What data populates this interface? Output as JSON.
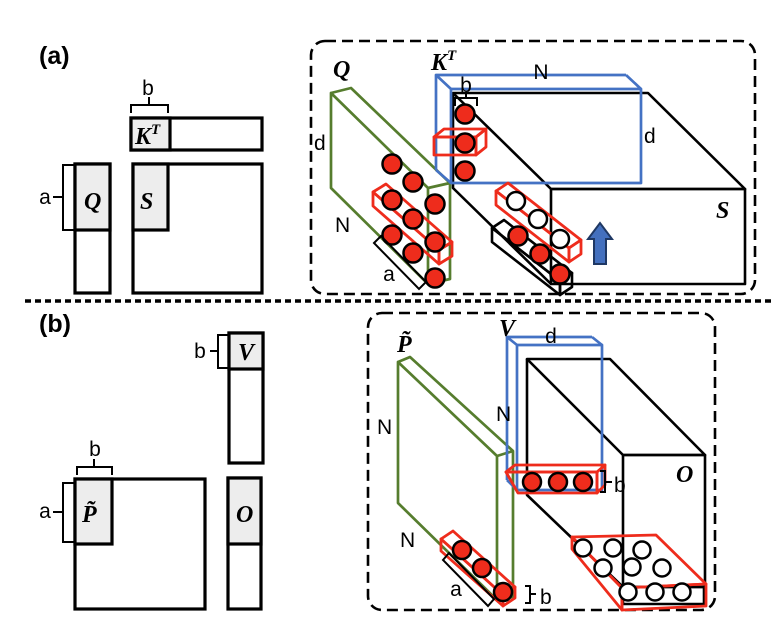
{
  "colors": {
    "red": "#EE2C1C",
    "green": "#567D2E",
    "blue": "#4472C4",
    "arrow_fill": "#4470BE",
    "arrow_stroke": "#1F3864",
    "shade": "#EDEDED"
  },
  "panel_a": {
    "tag": "(a)",
    "schematic": {
      "kt_label_main": "K",
      "kt_label_sup": "T",
      "kt_dim_b": "b",
      "q_label": "Q",
      "q_dim_a": "a",
      "s_label": "S"
    },
    "scene": {
      "q_label": "Q",
      "kt_label_main": "K",
      "kt_label_sup": "T",
      "s_label": "S",
      "q_dim_d": "d",
      "q_dim_n": "N",
      "q_dim_a": "a",
      "kt_dim_b": "b",
      "kt_dim_n": "N",
      "kt_dim_d": "d"
    }
  },
  "panel_b": {
    "tag": "(b)",
    "schematic": {
      "v_label": "V",
      "v_dim_b": "b",
      "p_label": "P̃",
      "p_dim_a": "a",
      "p_dim_b": "b",
      "o_label": "O"
    },
    "scene": {
      "p_label": "P̃",
      "v_label": "V",
      "o_label": "O",
      "p_dim_n_left": "N",
      "p_dim_n_bottom": "N",
      "p_dim_a": "a",
      "p_dim_b": "b",
      "v_dim_n": "N",
      "v_dim_d": "d",
      "o_dim_b": "b"
    }
  }
}
